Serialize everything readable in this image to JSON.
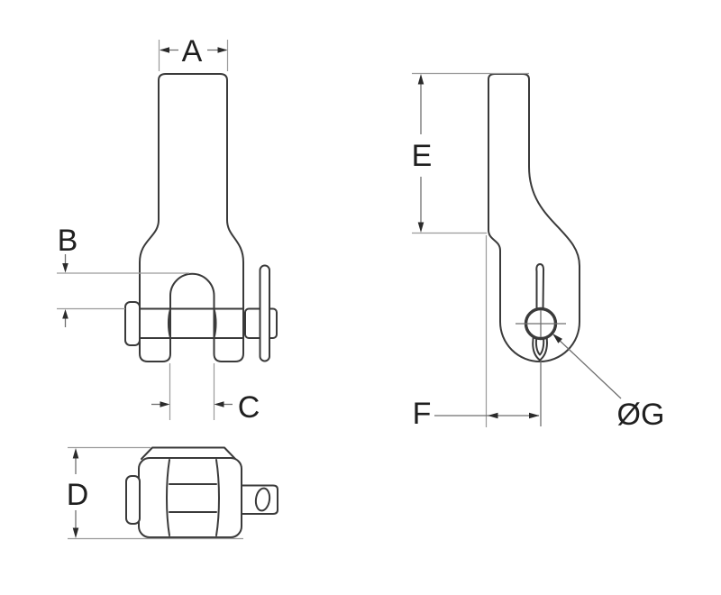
{
  "drawing": {
    "kind": "clevis-fitting-dimensional-drawing",
    "views": {
      "front": {
        "dimension_labels": [
          "A",
          "B",
          "C"
        ]
      },
      "side": {
        "dimension_labels": [
          "E",
          "F",
          "ØG"
        ]
      },
      "top": {
        "dimension_labels": [
          "D"
        ]
      }
    },
    "labels": {
      "a": "A",
      "b": "B",
      "c": "C",
      "d": "D",
      "e": "E",
      "f": "F",
      "g": "ØG"
    }
  },
  "colors": {
    "background": "#ffffff",
    "part_line": "#3a3a3a",
    "dimension_line": "#6f6f6f",
    "extension_line": "#9a9a9a",
    "label_text": "#1f1f1f"
  }
}
